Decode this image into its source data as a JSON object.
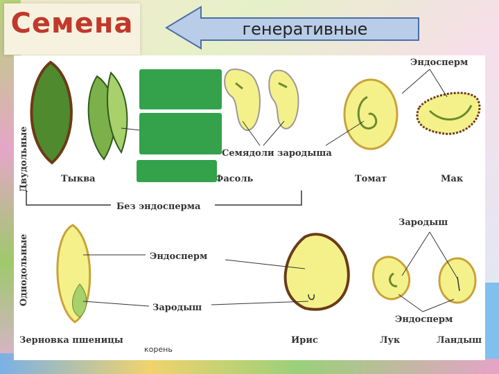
{
  "slide": {
    "title": "Семена",
    "arrow_label": "генеративные",
    "footer_fragment": "корень"
  },
  "diagram": {
    "side_labels": {
      "dicots": "Двудольные",
      "monocots": "Однодольные"
    },
    "labels": {
      "endosperm_top": "Эндосперм",
      "cotyledons": "Семядоли зародыша",
      "no_endosperm": "Без эндосперма",
      "embryo_right": "Зародыш",
      "endosperm_mid": "Эндосперм",
      "embryo_mid": "Зародыш",
      "endosperm_right": "Эндосперм"
    },
    "species": {
      "pumpkin": "Тыква",
      "bean": "Фасоль",
      "tomato": "Томат",
      "poppy": "Мак",
      "wheat": "Зерновка пшеницы",
      "iris": "Ирис",
      "onion": "Лук",
      "lily": "Ландыш"
    }
  },
  "colors": {
    "title": "#c0392b",
    "overlay_green": "#33a24a",
    "seed_yellow": "#f4f18a",
    "seed_outline": "#6b3b16",
    "pumpkin_green": "#4f8a2e"
  }
}
